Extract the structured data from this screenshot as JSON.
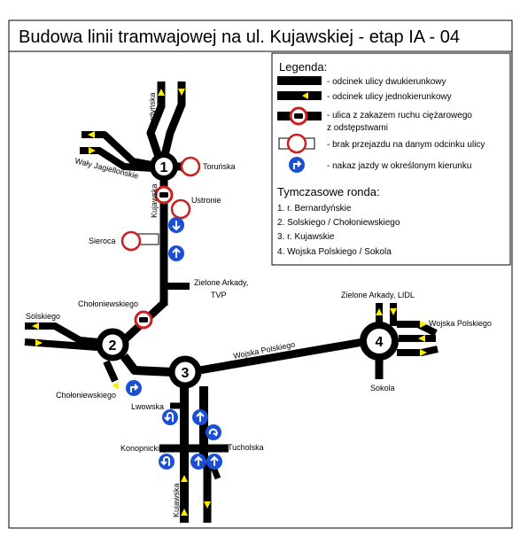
{
  "title": "Budowa linii tramwajowej na ul. Kujawskiej - etap IA - 04",
  "streets": {
    "bernardynska": "Bernardyńska",
    "waly": "Wały Jagiellońskie",
    "torunska": "Toruńska",
    "ustronie": "Ustronie",
    "kujawska_top": "Kujawska",
    "sieroca": "Sieroca",
    "zielone_tvp_1": "Zielone Arkady,",
    "zielone_tvp_2": "TVP",
    "cholon_top": "Chołoniewskiego",
    "solskiego": "Solskiego",
    "cholon_bottom": "Chołoniewskiego",
    "wojska": "Wojska Polskiego",
    "lwowska": "Lwowska",
    "konopnickiej": "Konopnickiej",
    "tucholska": "Tucholska",
    "kujawska_bottom": "Kujawska",
    "zielone_lidl": "Zielone Arkady, LIDL",
    "wojska_right": "Wojska Polskiego",
    "sokola": "Sokola"
  },
  "roundabouts": [
    "1",
    "2",
    "3",
    "4"
  ],
  "legend": {
    "heading": "Legenda:",
    "items": [
      "- odcinek ulicy dwukierunkowy",
      "- odcinek ulicy jednokierunkowy",
      "- ulica z zakazem ruchu ciężarowego",
      "z odstępstwami",
      "- brak przejazdu na danym odcinku ulicy",
      "- nakaz jazdy w określonym kierunku"
    ],
    "roundabouts_heading": "Tymczasowe ronda:",
    "roundabouts_list": [
      "1. r. Bernardyńskie",
      "2. Solskiego / Chołoniewskiego",
      "3. r. Kujawskie",
      "4. Wojska Polskiego / Sokola"
    ]
  },
  "colors": {
    "road": "#000000",
    "arrow": "#ffeb00",
    "no_entry": "#cc1f1f",
    "mandatory_sign": "#1a4fd6"
  }
}
